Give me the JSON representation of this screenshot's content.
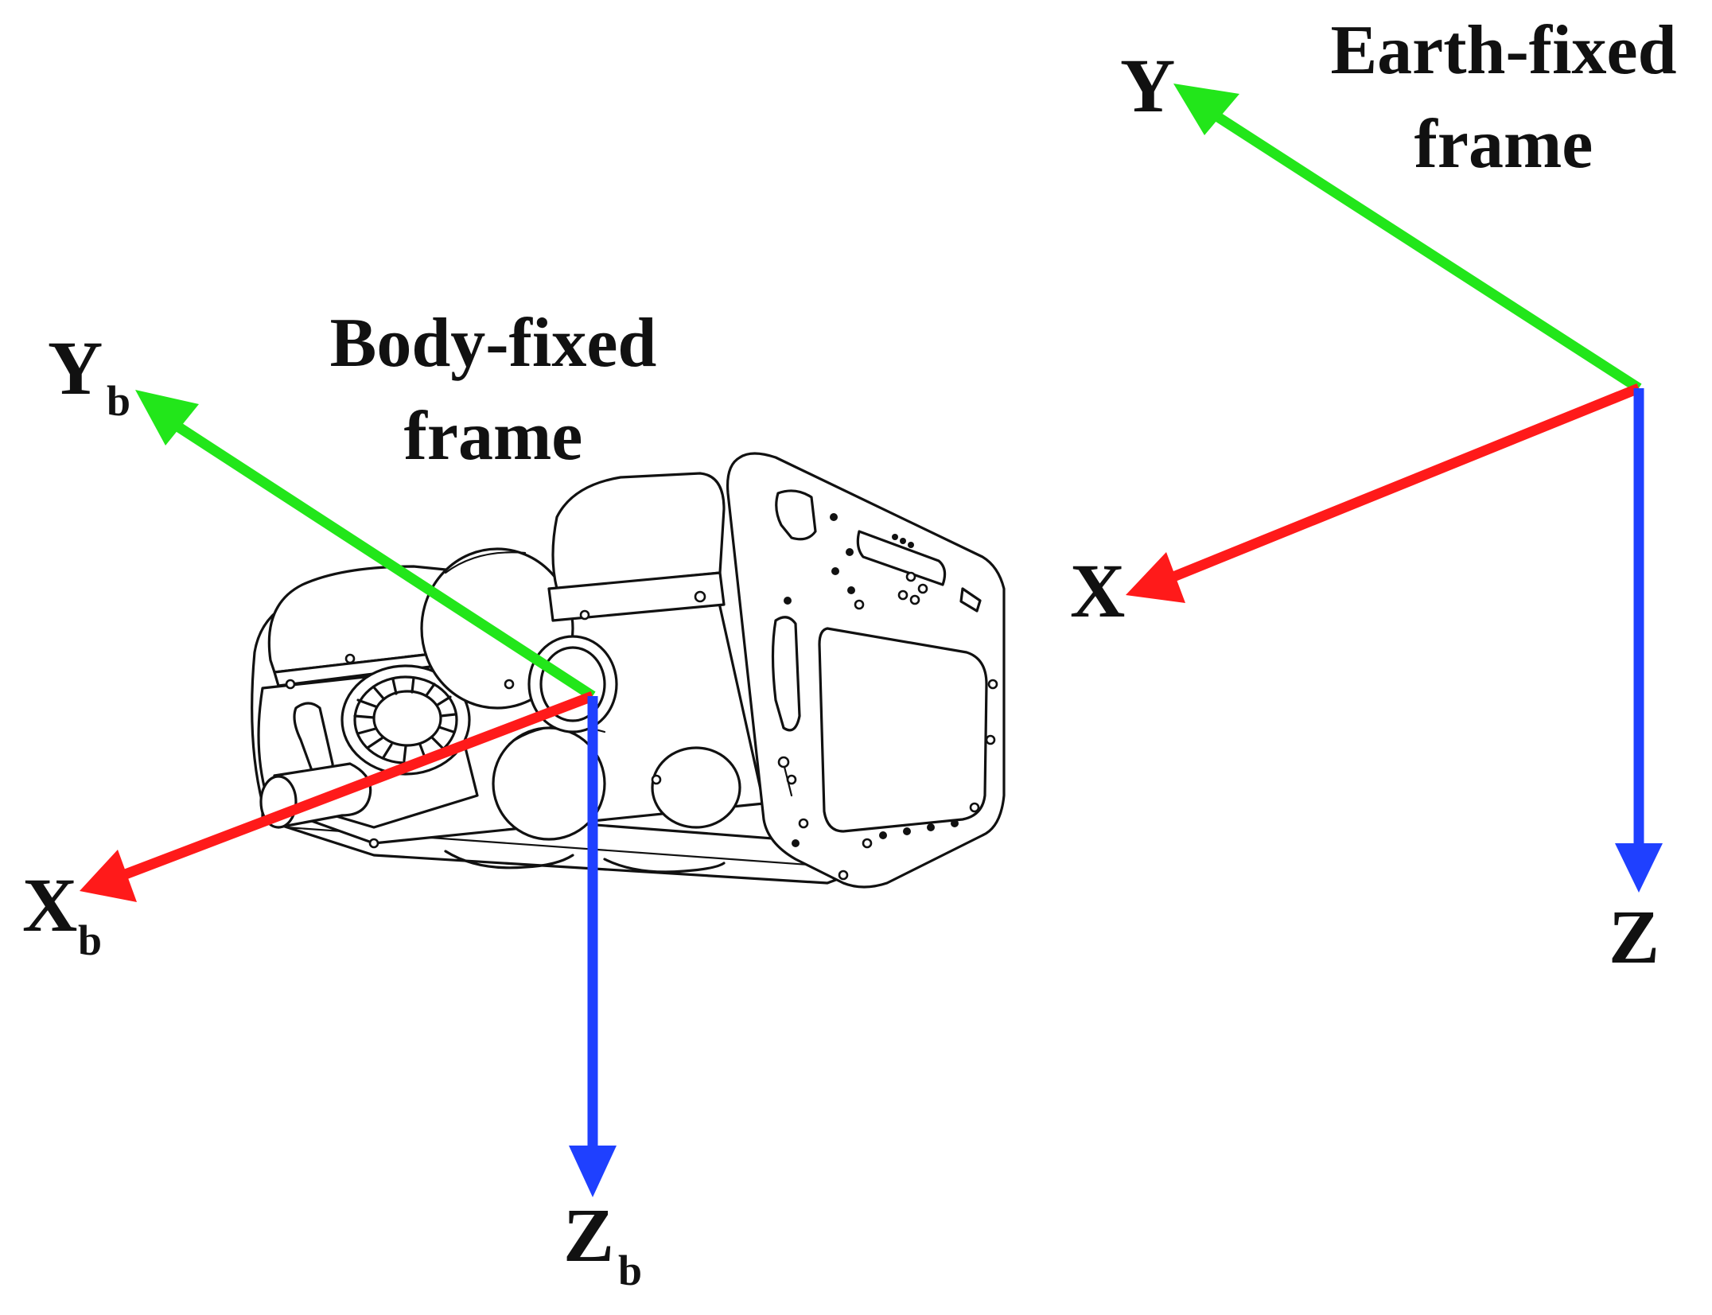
{
  "body_frame": {
    "title_line1": "Body-fixed",
    "title_line2": "frame",
    "x_axis": {
      "letter": "X",
      "subscript": "b",
      "color": "#ff1a1a"
    },
    "y_axis": {
      "letter": "Y",
      "subscript": "b",
      "color": "#22e61a"
    },
    "z_axis": {
      "letter": "Z",
      "subscript": "b",
      "color": "#1f40ff"
    }
  },
  "earth_frame": {
    "title_line1": "Earth-fixed",
    "title_line2": "frame",
    "x_axis": {
      "letter": "X",
      "color": "#ff1a1a"
    },
    "y_axis": {
      "letter": "Y",
      "color": "#22e61a"
    },
    "z_axis": {
      "letter": "Z",
      "color": "#1f40ff"
    }
  },
  "vehicle": {
    "icon": "underwater-rov-icon"
  }
}
